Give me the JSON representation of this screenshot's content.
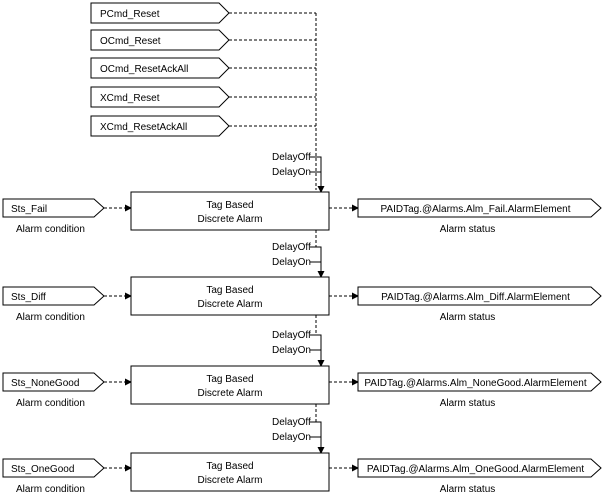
{
  "reset_inputs": [
    "PCmd_Reset",
    "OCmd_Reset",
    "OCmd_ResetAckAll",
    "XCmd_Reset",
    "XCmd_ResetAckAll"
  ],
  "alarm_block": {
    "line1": "Tag Based",
    "line2": "Discrete Alarm"
  },
  "delay_labels": {
    "off": "DelayOff",
    "on": "DelayOn"
  },
  "caption_condition": "Alarm condition",
  "caption_status": "Alarm status",
  "alarms": [
    {
      "input": "Sts_Fail",
      "output": "PAIDTag.@Alarms.Alm_Fail.AlarmElement"
    },
    {
      "input": "Sts_Diff",
      "output": "PAIDTag.@Alarms.Alm_Diff.AlarmElement"
    },
    {
      "input": "Sts_NoneGood",
      "output": "PAIDTag.@Alarms.Alm_NoneGood.AlarmElement"
    },
    {
      "input": "Sts_OneGood",
      "output": "PAIDTag.@Alarms.Alm_OneGood.AlarmElement"
    }
  ]
}
